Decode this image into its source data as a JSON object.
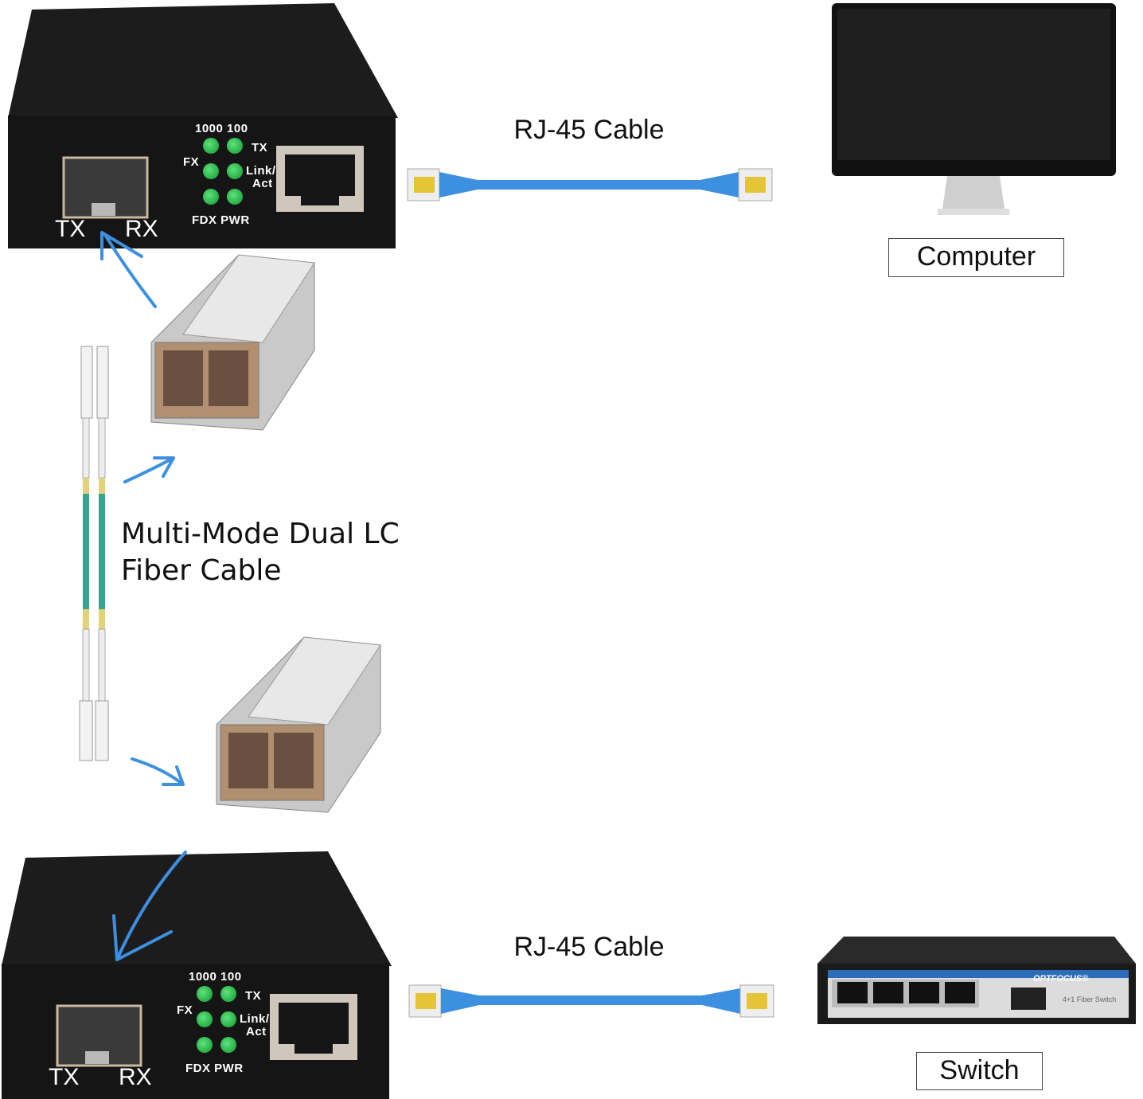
{
  "converter": {
    "speed_label": "1000 100",
    "tx_led_label": "TX",
    "fx_label": "FX",
    "link_label": "Link/",
    "act_label": "Act",
    "fdx_pwr_label": "FDX PWR",
    "port_tx": "TX",
    "port_rx": "RX",
    "led_color": "#22c24a"
  },
  "top_cable": {
    "label": "RJ-45 Cable"
  },
  "bottom_cable": {
    "label": "RJ-45 Cable"
  },
  "computer": {
    "label": "Computer"
  },
  "switch": {
    "label": "Switch",
    "brand": "OPTFOCUS",
    "model": "4+1 Fiber Switch"
  },
  "fiber": {
    "line1": "Multi-Mode Dual LC",
    "line2": "Fiber Cable"
  },
  "colors": {
    "arrow": "#3d8fe0",
    "cable": "#3d8fe0",
    "fiber": "#3aa58f"
  }
}
